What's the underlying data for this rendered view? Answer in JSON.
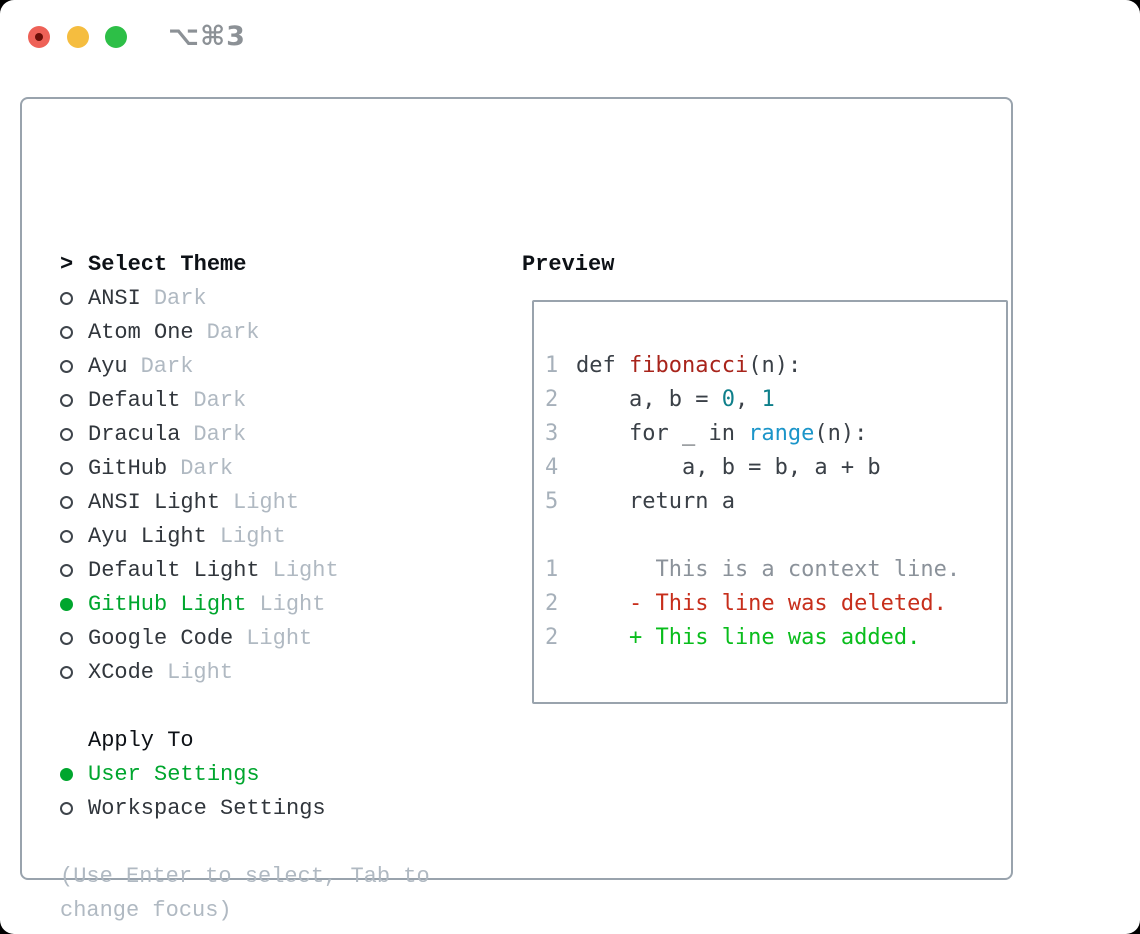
{
  "titlebar": {
    "shortcut": "⌥⌘3"
  },
  "theme_panel": {
    "header": {
      "cursor": ">",
      "label": "Select Theme"
    },
    "themes": [
      {
        "name": "ANSI",
        "tag": "Dark",
        "selected": false
      },
      {
        "name": "Atom One",
        "tag": "Dark",
        "selected": false
      },
      {
        "name": "Ayu",
        "tag": "Dark",
        "selected": false
      },
      {
        "name": "Default",
        "tag": "Dark",
        "selected": false
      },
      {
        "name": "Dracula",
        "tag": "Dark",
        "selected": false
      },
      {
        "name": "GitHub",
        "tag": "Dark",
        "selected": false
      },
      {
        "name": "ANSI Light",
        "tag": "Light",
        "selected": false
      },
      {
        "name": "Ayu Light",
        "tag": "Light",
        "selected": false
      },
      {
        "name": "Default Light",
        "tag": "Light",
        "selected": false
      },
      {
        "name": "GitHub Light",
        "tag": "Light",
        "selected": true
      },
      {
        "name": "Google Code",
        "tag": "Light",
        "selected": false
      },
      {
        "name": "XCode",
        "tag": "Light",
        "selected": false
      }
    ],
    "apply_to": {
      "label": "Apply To",
      "options": [
        {
          "name": "User Settings",
          "selected": true
        },
        {
          "name": "Workspace Settings",
          "selected": false
        }
      ]
    },
    "hint_lines": [
      "(Use Enter to select, Tab to",
      "change focus)"
    ]
  },
  "preview": {
    "title": "Preview",
    "lines": [
      {
        "ln": "1",
        "segs": [
          [
            "d",
            "def "
          ],
          [
            "func",
            "fibonacci"
          ],
          [
            "d",
            "(n):"
          ]
        ]
      },
      {
        "ln": "2",
        "segs": [
          [
            "d",
            "    a, b = "
          ],
          [
            "num",
            "0"
          ],
          [
            "d",
            ", "
          ],
          [
            "num",
            "1"
          ]
        ]
      },
      {
        "ln": "3",
        "segs": [
          [
            "d",
            "    for _ in "
          ],
          [
            "call",
            "range"
          ],
          [
            "d",
            "(n):"
          ]
        ]
      },
      {
        "ln": "4",
        "segs": [
          [
            "d",
            "        a, b = b, a + b"
          ]
        ]
      },
      {
        "ln": "5",
        "segs": [
          [
            "d",
            "    return a"
          ]
        ]
      },
      {
        "ln": "",
        "segs": []
      },
      {
        "ln": "1",
        "segs": [
          [
            "ctx",
            "      This is a context line."
          ]
        ]
      },
      {
        "ln": "2",
        "segs": [
          [
            "del",
            "    - This line was deleted."
          ]
        ]
      },
      {
        "ln": "2",
        "segs": [
          [
            "add",
            "    + This line was added."
          ]
        ]
      }
    ]
  },
  "icons": {
    "radio_unselected": "circle-outline",
    "radio_selected": "circle-filled-green",
    "selection_cursor": ">",
    "traffic_lights": [
      "close",
      "minimize",
      "zoom"
    ]
  },
  "colors": {
    "accent_green": "#00a62e",
    "muted_gray": "#b0b9c2",
    "panel_border": "#99a3ad",
    "code_function_red": "#a8241b",
    "code_number_teal": "#0e7f8a",
    "code_call_blue": "#1b95c9",
    "diff_context_gray": "#8b929a",
    "diff_deleted_red": "#c72e1b",
    "diff_added_green": "#09bd1c"
  }
}
